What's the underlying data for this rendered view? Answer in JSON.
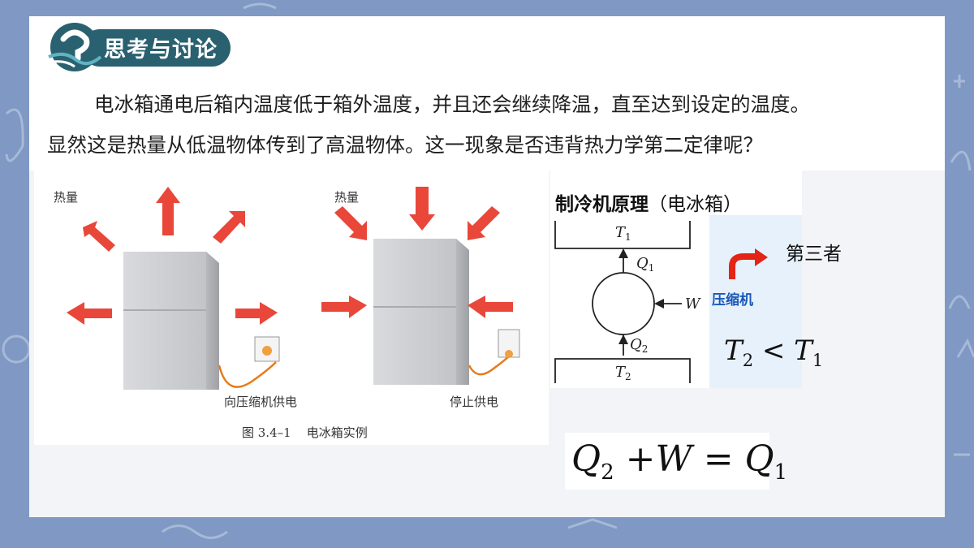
{
  "badge": {
    "text": "思考与讨论"
  },
  "paragraph": {
    "line1": "电冰箱通电后箱内温度低于箱外温度，并且还会继续降温，直至达到设定的温度。",
    "line2": "显然这是热量从低温物体传到了高温物体。这一现象是否违背热力学第二定律呢？"
  },
  "figure": {
    "left_heat_label": "热量",
    "right_heat_label": "热量",
    "left_fridge_caption": "向压缩机供电",
    "right_fridge_caption": "停止供电",
    "caption": "图 3.4–1    电冰箱实例"
  },
  "diagram": {
    "title_bold": "制冷机原理",
    "title_normal": "（电冰箱）",
    "t_top": "T",
    "t_top_sub": "1",
    "q_top": "Q",
    "q_top_sub": "1",
    "w_label": "W",
    "q_bottom": "Q",
    "q_bottom_sub": "2",
    "t_bottom": "T",
    "t_bottom_sub": "2",
    "compressor_label": "压缩机",
    "third_party_label": "第三者",
    "ineq_left": "T",
    "ineq_left_sub": "2",
    "ineq_op": " < ",
    "ineq_right": "T",
    "ineq_right_sub": "1"
  },
  "equation": {
    "q2": "Q",
    "q2_sub": "2",
    "plus_w": " +W = ",
    "q1": "Q",
    "q1_sub": "1"
  },
  "colors": {
    "badge_teal": "#2a6170",
    "arrow_red": "#e8473a",
    "compressor_arrow": "#e42415",
    "compressor_text": "#1a58b8",
    "background": "#7f99c4"
  }
}
